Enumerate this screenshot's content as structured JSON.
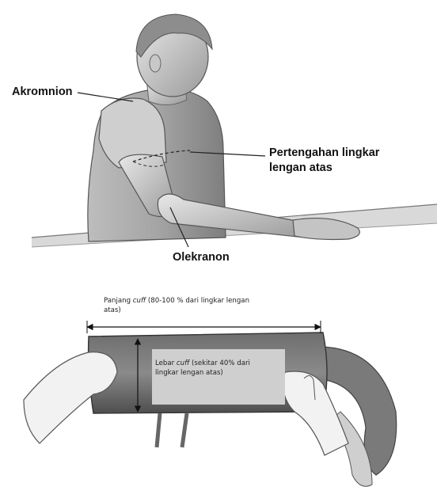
{
  "labels": {
    "akromnion": "Akromnion",
    "mid_arm_line1": "Pertengahan lingkar",
    "mid_arm_line2": "lengan atas",
    "olekranon": "Olekranon"
  },
  "cuff_length": {
    "prefix": "Panjang ",
    "term": "cuff",
    "suffix_line1": " (80-100 % dari lingkar lengan",
    "line2": "atas)"
  },
  "cuff_width": {
    "prefix": "Lebar ",
    "term": "cuff",
    "suffix_line1": " (sekitar 40% dari",
    "line2": "lingkar lengan atas)"
  }
}
